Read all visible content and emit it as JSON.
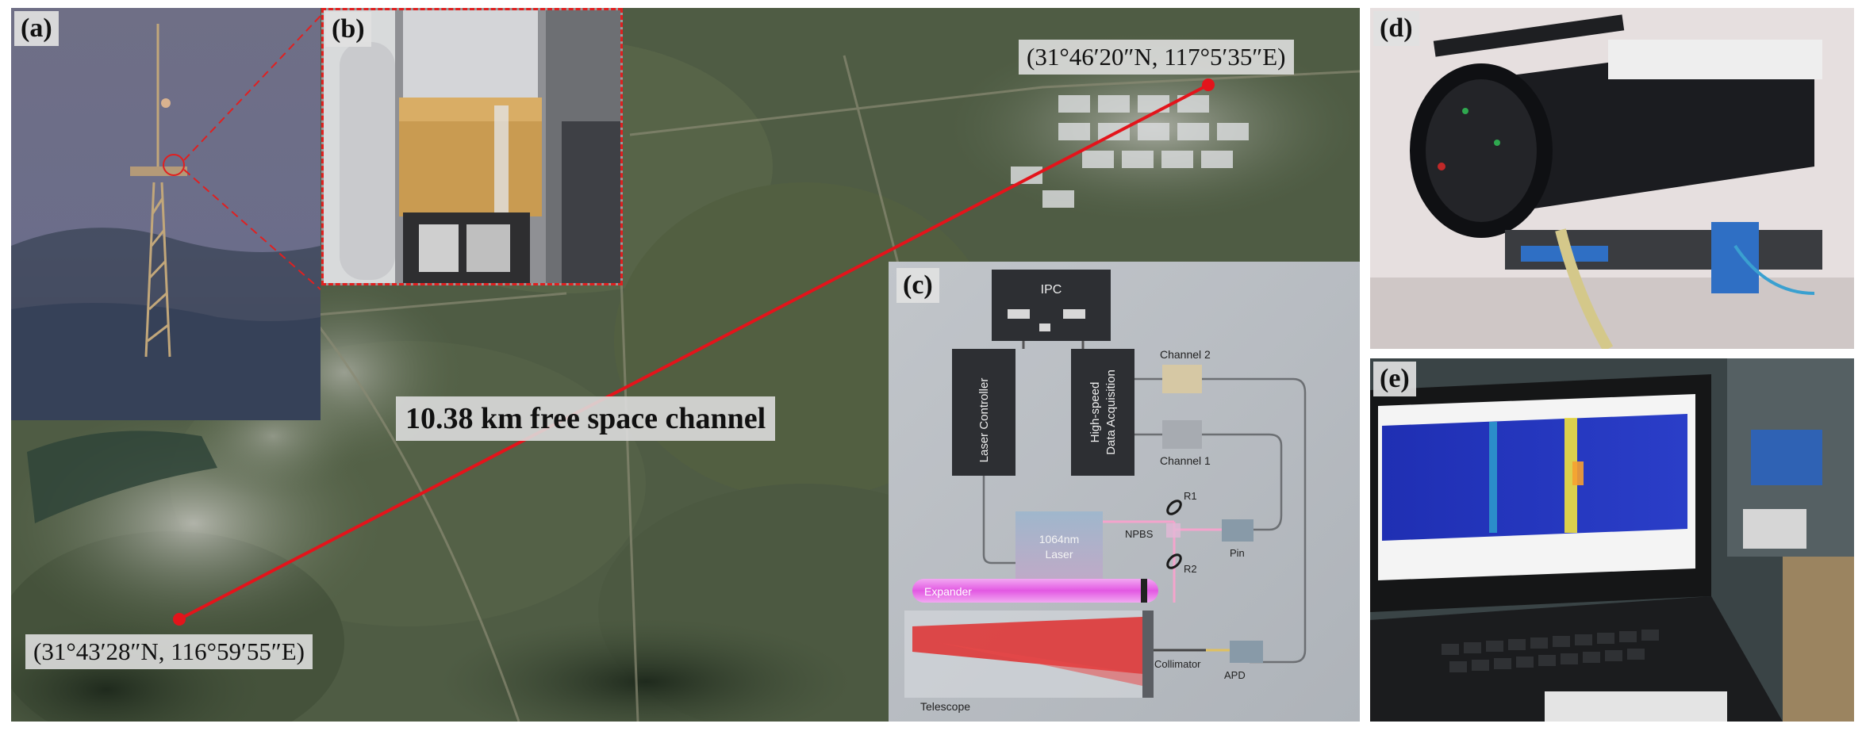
{
  "panels": {
    "a": "(a)",
    "b": "(b)",
    "c": "(c)",
    "d": "(d)",
    "e": "(e)"
  },
  "map": {
    "coord_end": "(31°46′20″N, 117°5′35″E)",
    "coord_start": "(31°43′28″N, 116°59′55″E)",
    "channel_label": "10.38 km free space channel"
  },
  "schematic": {
    "ipc": "IPC",
    "laser_controller": "Laser Controller",
    "daq_line1": "High-speed",
    "daq_line2": "Data Acquisition",
    "channel2": "Channel 2",
    "channel1": "Channel 1",
    "laser_line1": "1064nm",
    "laser_line2": "Laser",
    "r1": "R1",
    "r2": "R2",
    "npbs": "NPBS",
    "pin": "Pin",
    "expander": "Expander",
    "collimator": "Collimator",
    "apd": "APD",
    "telescope": "Telescope"
  },
  "colors": {
    "link_line": "#e3141b",
    "inset_border": "#e02020",
    "expander": "#e060e0",
    "beam": "#e02424"
  }
}
